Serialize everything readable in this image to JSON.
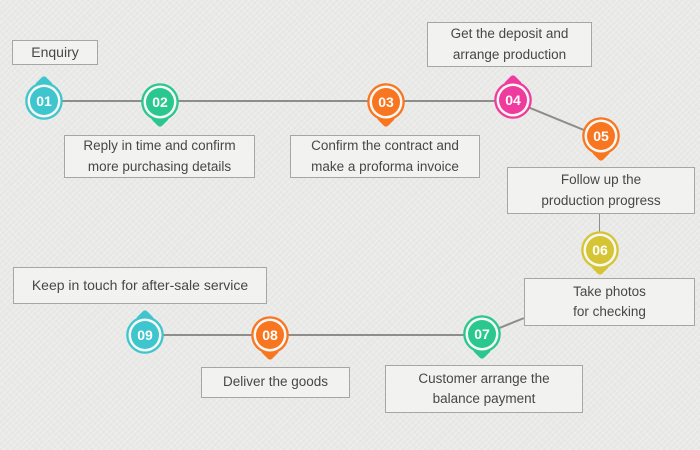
{
  "palette": {
    "background": "#e9e9e7",
    "box_fill": "#f2f2f0",
    "box_border": "#a6a6a4",
    "connector_line": "#8d8d8b",
    "label_text": "#474747",
    "cyan": "#3EC5CD",
    "green": "#2AC78E",
    "orange": "#F8761F",
    "magenta": "#EF3B9D",
    "gold": "#D5C433"
  },
  "steps": [
    {
      "num": "01",
      "label": "Enquiry",
      "color": "#3EC5CD"
    },
    {
      "num": "02",
      "label": "Reply in time and confirm more purchasing details",
      "color": "#2AC78E"
    },
    {
      "num": "03",
      "label": "Confirm the contract and make a proforma invoice",
      "color": "#F8761F"
    },
    {
      "num": "04",
      "label": "Get the deposit and arrange production",
      "color": "#EF3B9D"
    },
    {
      "num": "05",
      "label": "Follow up the production progress",
      "color": "#F8761F"
    },
    {
      "num": "06",
      "label": "Take photos for checking",
      "color": "#D5C433"
    },
    {
      "num": "07",
      "label": "Customer arrange the balance payment",
      "color": "#2AC78E"
    },
    {
      "num": "08",
      "label": "Deliver the goods",
      "color": "#F8761F"
    },
    {
      "num": "09",
      "label": "Keep in touch for after-sale service",
      "color": "#3EC5CD"
    }
  ]
}
